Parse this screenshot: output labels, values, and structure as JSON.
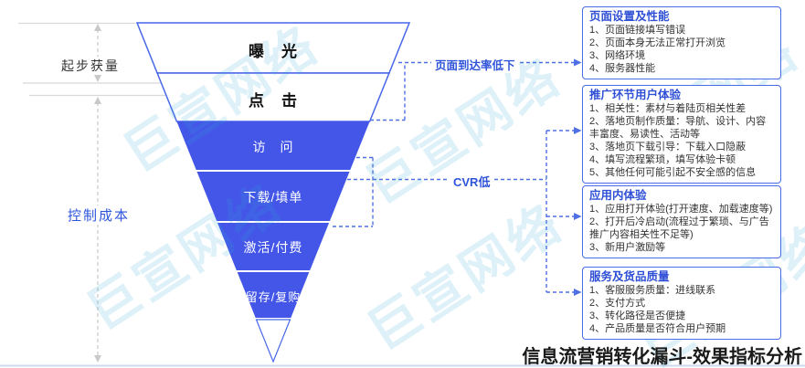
{
  "watermark": {
    "text": "巨宣网络"
  },
  "left": {
    "startup_label": "起步获量",
    "cost_label": "控制成本"
  },
  "funnel": {
    "stages": [
      {
        "label": "曝　光"
      },
      {
        "label": "点　击"
      },
      {
        "label": "访　问"
      },
      {
        "label": "下载/填单"
      },
      {
        "label": "激活/付费"
      },
      {
        "label": "留存/复购"
      }
    ]
  },
  "connectors": {
    "arrival_label": "页面到达率低下",
    "cvr_label": "CVR低"
  },
  "boxes": [
    {
      "title": "页面设置及性能",
      "items": [
        "1、页面链接填写错误",
        "2、页面本身无法正常打开浏览",
        "3、网络环境",
        "4、服务器性能"
      ]
    },
    {
      "title": "推广环节用户体验",
      "items": [
        "1、相关性：素材与着陆页相关性差",
        "2、落地页制作质量：导航、设计、内容丰富度、易读性、活动等",
        "3、落地页下载引导：下载入口隐蔽",
        "4、填写流程繁琐，填写体验卡顿",
        "5、其他任何可能引起不安全感的信息"
      ]
    },
    {
      "title": "应用内体验",
      "items": [
        "1、应用打开体验(打开速度、加载速度等)",
        "2、打开后冷启动(流程过于繁琐、与广告推广内容相关性不足等)",
        "3、新用户激励等"
      ]
    },
    {
      "title": "服务及货品质量",
      "items": [
        "1、客服服务质量：进线联系",
        "2、支付方式",
        "3、转化路径是否便捷",
        "4、产品质量是否符合用户预期"
      ]
    }
  ],
  "footer": {
    "title": "信息流营销转化漏斗-效果指标分析"
  },
  "colors": {
    "funnel_blue": "#4356E8",
    "funnel_stroke": "#4767EA",
    "connector_blue": "#4F6FE5",
    "label_blue": "#2F54D9",
    "box_border_blue": "#4A6BE8",
    "watermark_blue": "#31A8DC",
    "measure_gray": "#D8D8D8",
    "bottom_line": "#CDD9EE"
  }
}
